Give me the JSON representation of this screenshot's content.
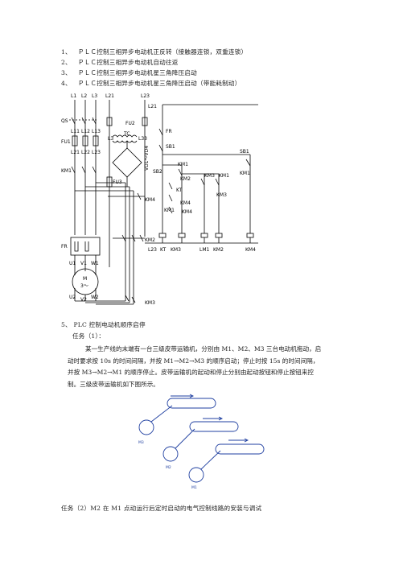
{
  "list": [
    {
      "num": "1、",
      "text": "ＰＬＣ控制三相异步电动机正反转（接触器连锁，双重连锁）"
    },
    {
      "num": "2、",
      "text": "ＰＬＣ控制三相异步电动机自动往返"
    },
    {
      "num": "3、",
      "text": "ＰＬＣ控制三相异步电动机星三角降压启动"
    },
    {
      "num": "4、",
      "text": "ＰＬＣ控制三相异步电动机星三角降压启动（带能耗制动）"
    }
  ],
  "circuit": {
    "top_labels": [
      "L1",
      "L2",
      "L3",
      "L21",
      "L23"
    ],
    "qs": "QS",
    "fu1": "FU1",
    "l11_13": [
      "L11",
      "L12",
      "L13"
    ],
    "l21_23": [
      "L21",
      "L22",
      "L23"
    ],
    "km1_left": "KM1",
    "fu2": "FU2",
    "l21_b": "L21",
    "l3": "L3",
    "l33": "L33",
    "tc": "TC",
    "vd": "VD1～VD4",
    "fu3": "FU3",
    "fr": "FR",
    "fr_contact": "FR",
    "sb1": "SB1",
    "sb1_right": "SB1",
    "sb2": "SB2",
    "km1_a": "KM1",
    "km2_a": "KM2",
    "km3_a": "KM3",
    "km1_b": "KM1",
    "km1_right": "KM1",
    "kt": "KT",
    "km3_b": "KM3",
    "km4_a": "KM4",
    "km4_mid": "KM4",
    "km1_c": "KM1",
    "km4_b": "KM4",
    "km2_right": "KM2",
    "fr_box": "FR",
    "u1": "U1",
    "v1": "V1",
    "w1": "W1",
    "motor": "M",
    "motor_sub": "3～",
    "u2": "U2",
    "v2": "V2",
    "w2": "W2",
    "km3_bottom": "KM3",
    "bottom_labels": [
      "L23",
      "KT",
      "KM3",
      "LM1",
      "KM2",
      "KM4"
    ]
  },
  "section5": {
    "heading": "5、 PLC 控制电动机顺序启停",
    "task1": "任务（1）：",
    "para_lines": [
      "某一生产线的末端有一台三级皮带运输机，分别由 M1、M2、M3 三台电动机拖动，启",
      "动时要求按 10s 的时间间隔，并按 M1→M2→M3 的顺序启动；停止时按 15s 的时间间隔，",
      "并按 M3→M2→M1 的顺序停止。皮带运输机的起动和停止分别由起动按钮和停止按钮来控",
      "制。三级皮带运输机如下图所示。"
    ],
    "m3": "M3",
    "m2": "M2",
    "m1": "M1",
    "task2": "任务（2）M2 在 M1 点动运行后定时启动的电气控制线路的安装与调试"
  }
}
